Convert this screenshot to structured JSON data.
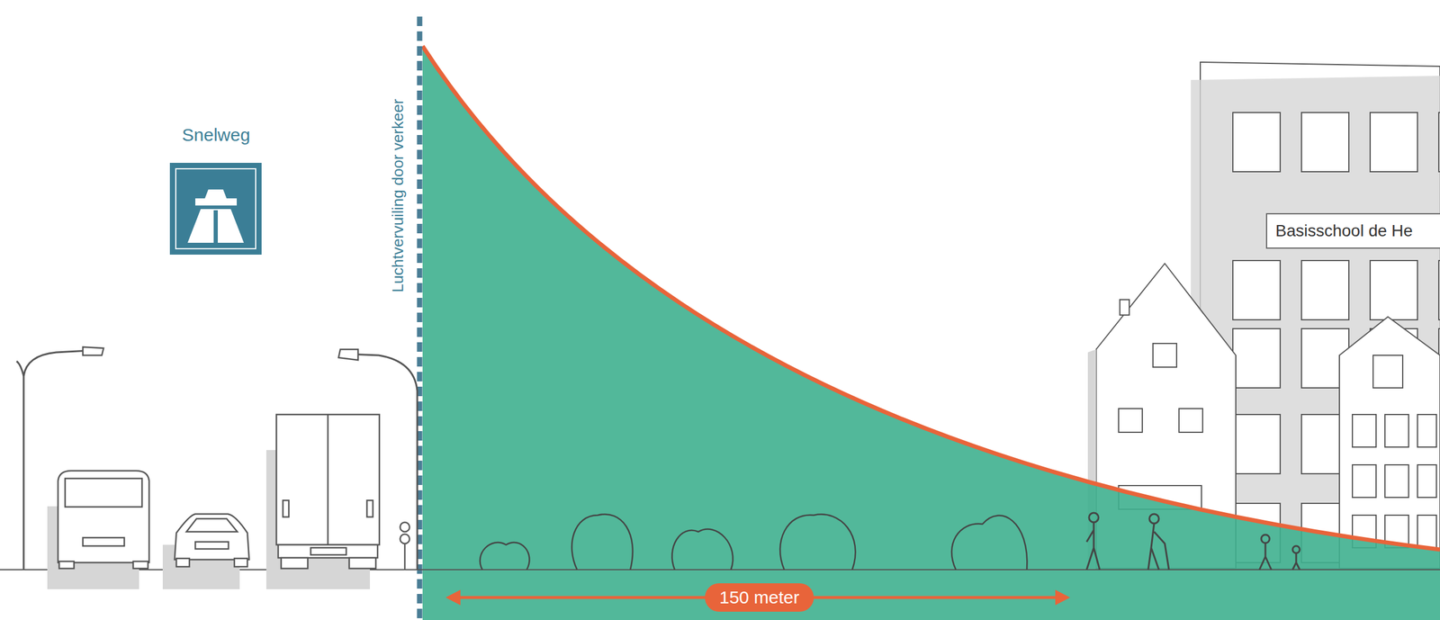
{
  "diagram": {
    "nodes": [
      {
        "text": [
          "Basisschool de He"
        ]
      },
      {
        "text": [
          "150 meter"
        ]
      }
    ],
    "labels": [
      "Snelweg",
      "Luchtvervuiling door verkeer"
    ]
  }
}
